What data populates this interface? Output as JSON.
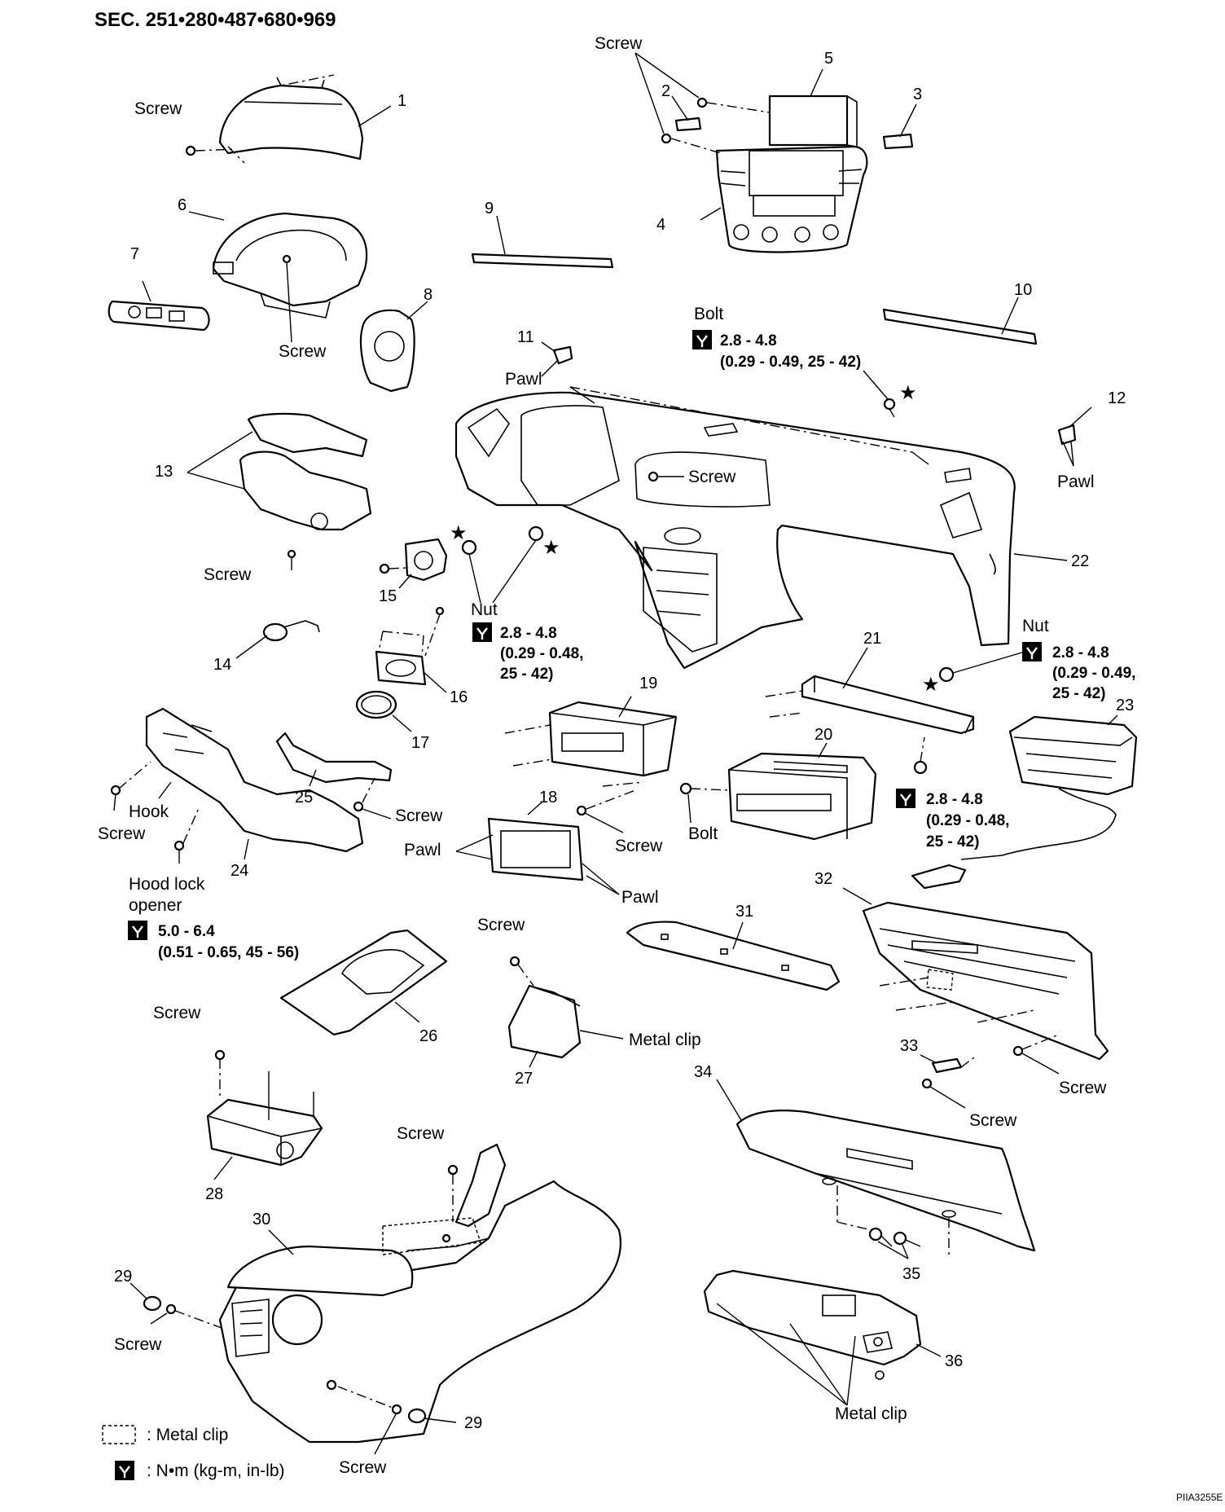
{
  "section_header": "SEC. 251•280•487•680•969",
  "figure_id": "PIIA3255E",
  "part_numbers": [
    "1",
    "2",
    "3",
    "4",
    "5",
    "6",
    "7",
    "8",
    "9",
    "10",
    "11",
    "12",
    "13",
    "14",
    "15",
    "16",
    "17",
    "18",
    "19",
    "20",
    "21",
    "22",
    "23",
    "24",
    "25",
    "26",
    "27",
    "28",
    "29",
    "30",
    "31",
    "32",
    "33",
    "34",
    "35",
    "36",
    "29"
  ],
  "labels": {
    "screw": "Screw",
    "bolt": "Bolt",
    "nut": "Nut",
    "pawl": "Pawl",
    "hook": "Hook",
    "metal_clip": "Metal clip",
    "hood_lock_opener_1": "Hood lock",
    "hood_lock_opener_2": "opener"
  },
  "torque_specs": {
    "bolt_top": {
      "line1": "2.8 - 4.8",
      "line2": "(0.29 - 0.49, 25 - 42)"
    },
    "nut_left": {
      "line1": "2.8 - 4.8",
      "line2": "(0.29 - 0.48,",
      "line3": "25 - 42)"
    },
    "nut_right": {
      "line1": "2.8 - 4.8",
      "line2": "(0.29 - 0.49,",
      "line3": "25 - 42)"
    },
    "bracket_21": {
      "line1": "2.8 - 4.8",
      "line2": "(0.29 - 0.48,",
      "line3": "25 - 42)"
    },
    "hood_lock": {
      "line1": "5.0 - 6.4",
      "line2": "(0.51 - 0.65, 45 - 56)"
    }
  },
  "legend": {
    "metal_clip": ": Metal clip",
    "torque_unit": ": N•m (kg-m, in-lb)"
  }
}
